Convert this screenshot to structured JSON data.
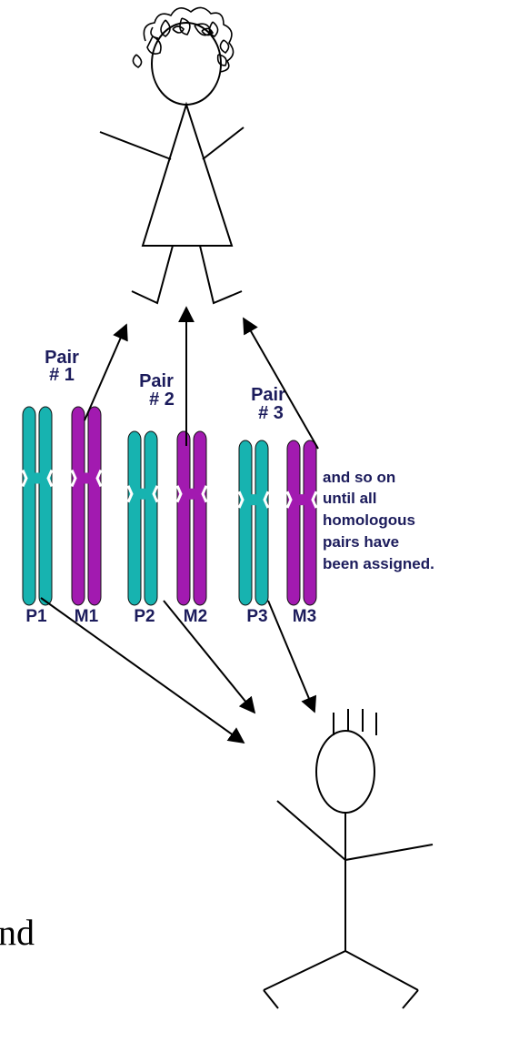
{
  "colors": {
    "paternal": "#17b3b0",
    "maternal": "#a21ab0",
    "label": "#1c1c5c",
    "line": "#000000"
  },
  "pair_labels": [
    {
      "line1": "Pair",
      "line2": "# 1"
    },
    {
      "line1": "Pair",
      "line2": "# 2"
    },
    {
      "line1": "Pair",
      "line2": "# 3"
    }
  ],
  "chromosome_labels": [
    "P1",
    "M1",
    "P2",
    "M2",
    "P3",
    "M3"
  ],
  "note_lines": [
    "and so on",
    "until all",
    "homologous",
    "pairs have",
    "been assigned."
  ],
  "partial_text": "nd"
}
